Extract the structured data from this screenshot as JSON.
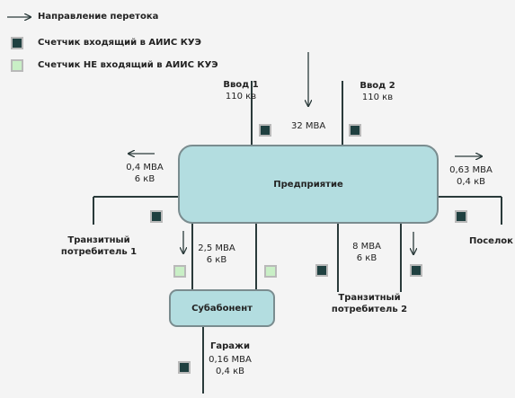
{
  "legend": {
    "flow_direction": "Направление перетока",
    "meter_in": "Счетчик входящий в АИИС КУЭ",
    "meter_out": "Счетчик НЕ входящий в АИИС КУЭ"
  },
  "input1": {
    "name": "Ввод 1",
    "voltage": "110 кв"
  },
  "input2": {
    "name": "Ввод 2",
    "voltage": "110 кв"
  },
  "main_power": "32 МВА",
  "enterprise": "Предприятие",
  "transit1": {
    "name_line1": "Транзитный",
    "name_line2": "потребитель 1",
    "power": "0,4 МВА",
    "voltage": "6 кВ"
  },
  "village": {
    "name": "Поселок",
    "power": "0,63 МВА",
    "voltage": "0,4 кВ"
  },
  "subscriber": {
    "name": "Субабонент",
    "power": "2,5 МВА",
    "voltage": "6 кВ"
  },
  "transit2": {
    "name_line1": "Транзитный",
    "name_line2": "потребитель 2",
    "power": "8 МВА",
    "voltage": "6 кВ"
  },
  "garages": {
    "name": "Гаражи",
    "power": "0,16 МВА",
    "voltage": "0,4 кВ"
  },
  "colors": {
    "line": "#2a3a3a",
    "box_fill": "#b3dde0",
    "meter_in": "#1f4040",
    "meter_out": "#c9efc6"
  }
}
